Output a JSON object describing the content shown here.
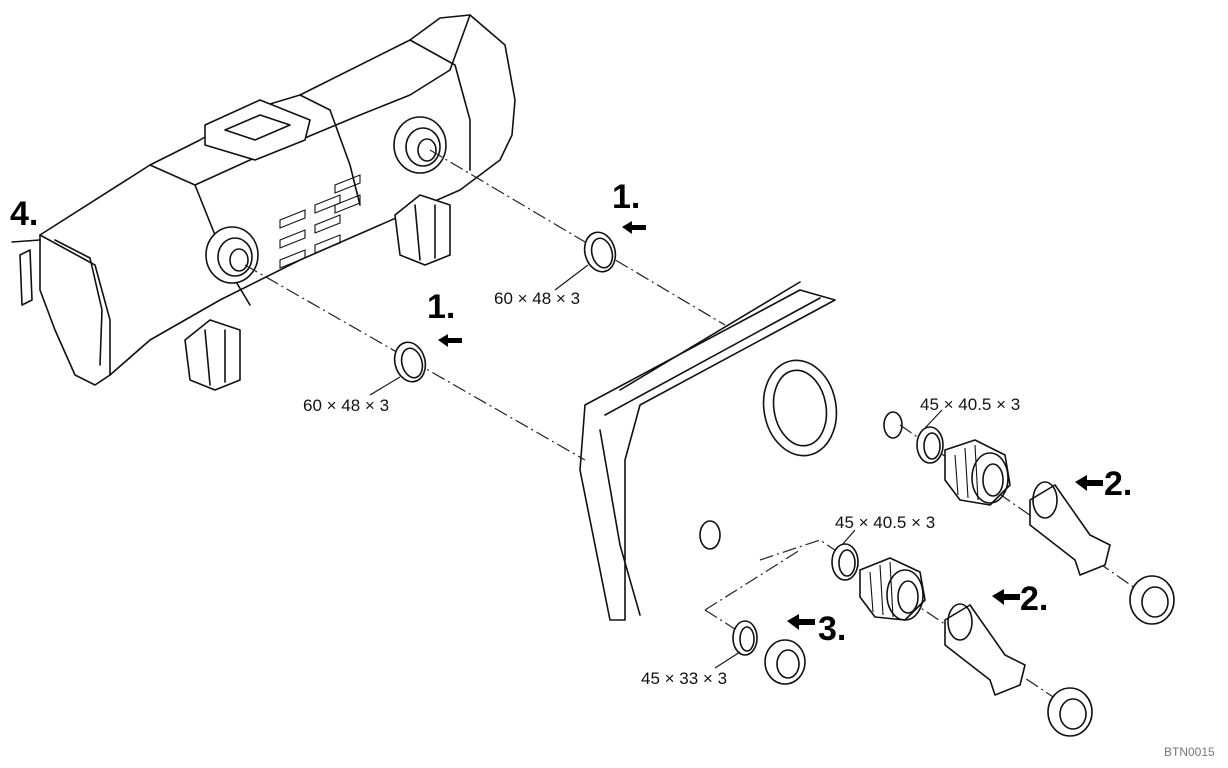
{
  "step_labels": {
    "step1_top": "1.",
    "step1_mid": "1.",
    "step2_upper": "2.",
    "step2_lower": "2.",
    "step3": "3.",
    "step4": "4."
  },
  "dimension_labels": {
    "ring_top": "60 × 48 × 3",
    "ring_mid": "60 × 48 × 3",
    "seal_upper": "45 × 40.5 × 3",
    "seal_lower": "45 × 40.5 × 3",
    "seal_small": "45 × 33 × 3"
  },
  "figure_code": "BTN0015",
  "icons": [
    "arrow-left-icon"
  ]
}
